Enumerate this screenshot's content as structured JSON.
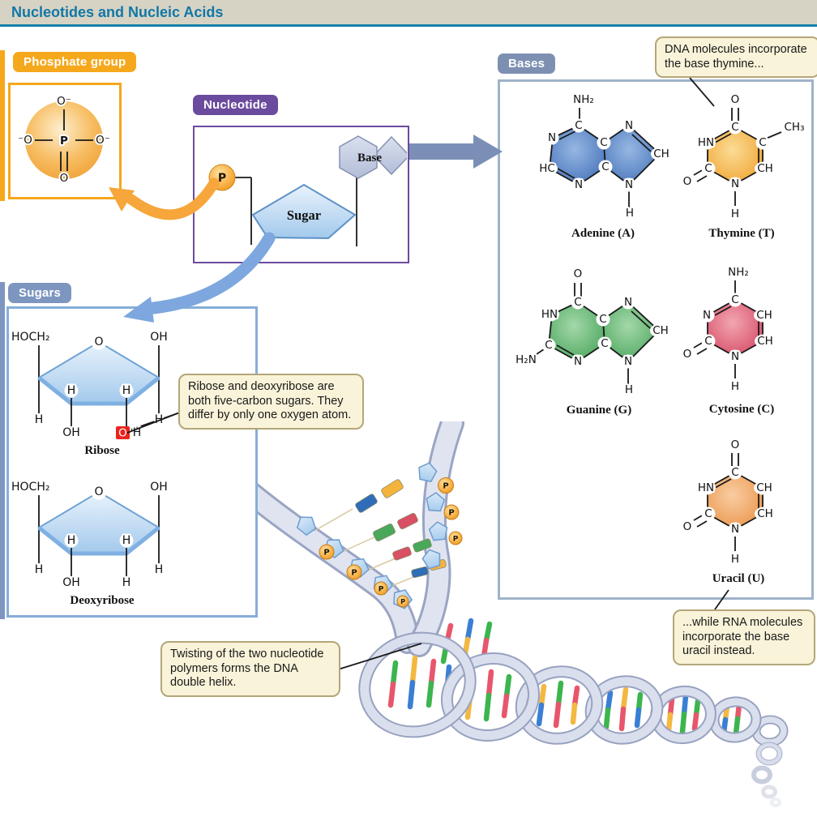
{
  "title": {
    "text": "Nucleotides and Nucleic Acids"
  },
  "phosphate": {
    "label": "Phosphate group",
    "p": "P",
    "o_top": "O⁻",
    "o_left": "⁻O",
    "o_right": "O⁻",
    "o_bottom": "O"
  },
  "nucleotide": {
    "label": "Nucleotide",
    "p": "P",
    "sugar": "Sugar",
    "base": "Base"
  },
  "bases": {
    "label": "Bases",
    "adenine": {
      "name": "Adenine (A)",
      "atoms": [
        "NH₂",
        "C",
        "N",
        "HC",
        "N",
        "C",
        "C",
        "N",
        "CH",
        "N",
        "H"
      ]
    },
    "thymine": {
      "name": "Thymine (T)",
      "atoms": [
        "O",
        "C",
        "HN",
        "C",
        "O",
        "C",
        "CH",
        "N",
        "H",
        "CH₃"
      ]
    },
    "guanine": {
      "name": "Guanine (G)",
      "atoms": [
        "O",
        "C",
        "HN",
        "C",
        "N",
        "C",
        "C",
        "N",
        "CH",
        "N",
        "H",
        "H₂N"
      ]
    },
    "cytosine": {
      "name": "Cytosine (C)",
      "atoms": [
        "NH₂",
        "C",
        "N",
        "C",
        "O",
        "CH",
        "CH",
        "N",
        "H"
      ]
    },
    "uracil": {
      "name": "Uracil (U)",
      "atoms": [
        "O",
        "C",
        "HN",
        "C",
        "O",
        "CH",
        "CH",
        "N",
        "H"
      ]
    }
  },
  "sugars": {
    "label": "Sugars",
    "ribose": {
      "name": "Ribose",
      "atoms": [
        "HOCH₂",
        "O",
        "OH",
        "H",
        "H",
        "H",
        "H",
        "OH",
        "O",
        "H"
      ]
    },
    "deoxyribose": {
      "name": "Deoxyribose",
      "atoms": [
        "HOCH₂",
        "O",
        "OH",
        "H",
        "H",
        "H",
        "H",
        "OH",
        "H"
      ]
    }
  },
  "callouts": {
    "thymine_note": "DNA molecules incorporate the base thymine...",
    "sugar_note": "Ribose and deoxyribose are both five-carbon sugars. They differ by only one oxygen atom.",
    "helix_note": "Twisting of the two nucleotide polymers forms the DNA double helix.",
    "uracil_note": "...while RNA molecules incorporate the base uracil instead."
  },
  "helix": {
    "p_symbol": "P"
  },
  "colors": {
    "adenine": "#4d7cc0",
    "thymine": "#f2b23c",
    "guanine": "#4fae5f",
    "cytosine": "#dd5468",
    "uracil": "#f09d5e",
    "phosphate_orange": "#f5a81c",
    "nucleotide_purple": "#6b4b9e",
    "bases_steel": "#7d90b2",
    "sugars_blue": "#86aed9",
    "title_blue": "#1277a6"
  }
}
